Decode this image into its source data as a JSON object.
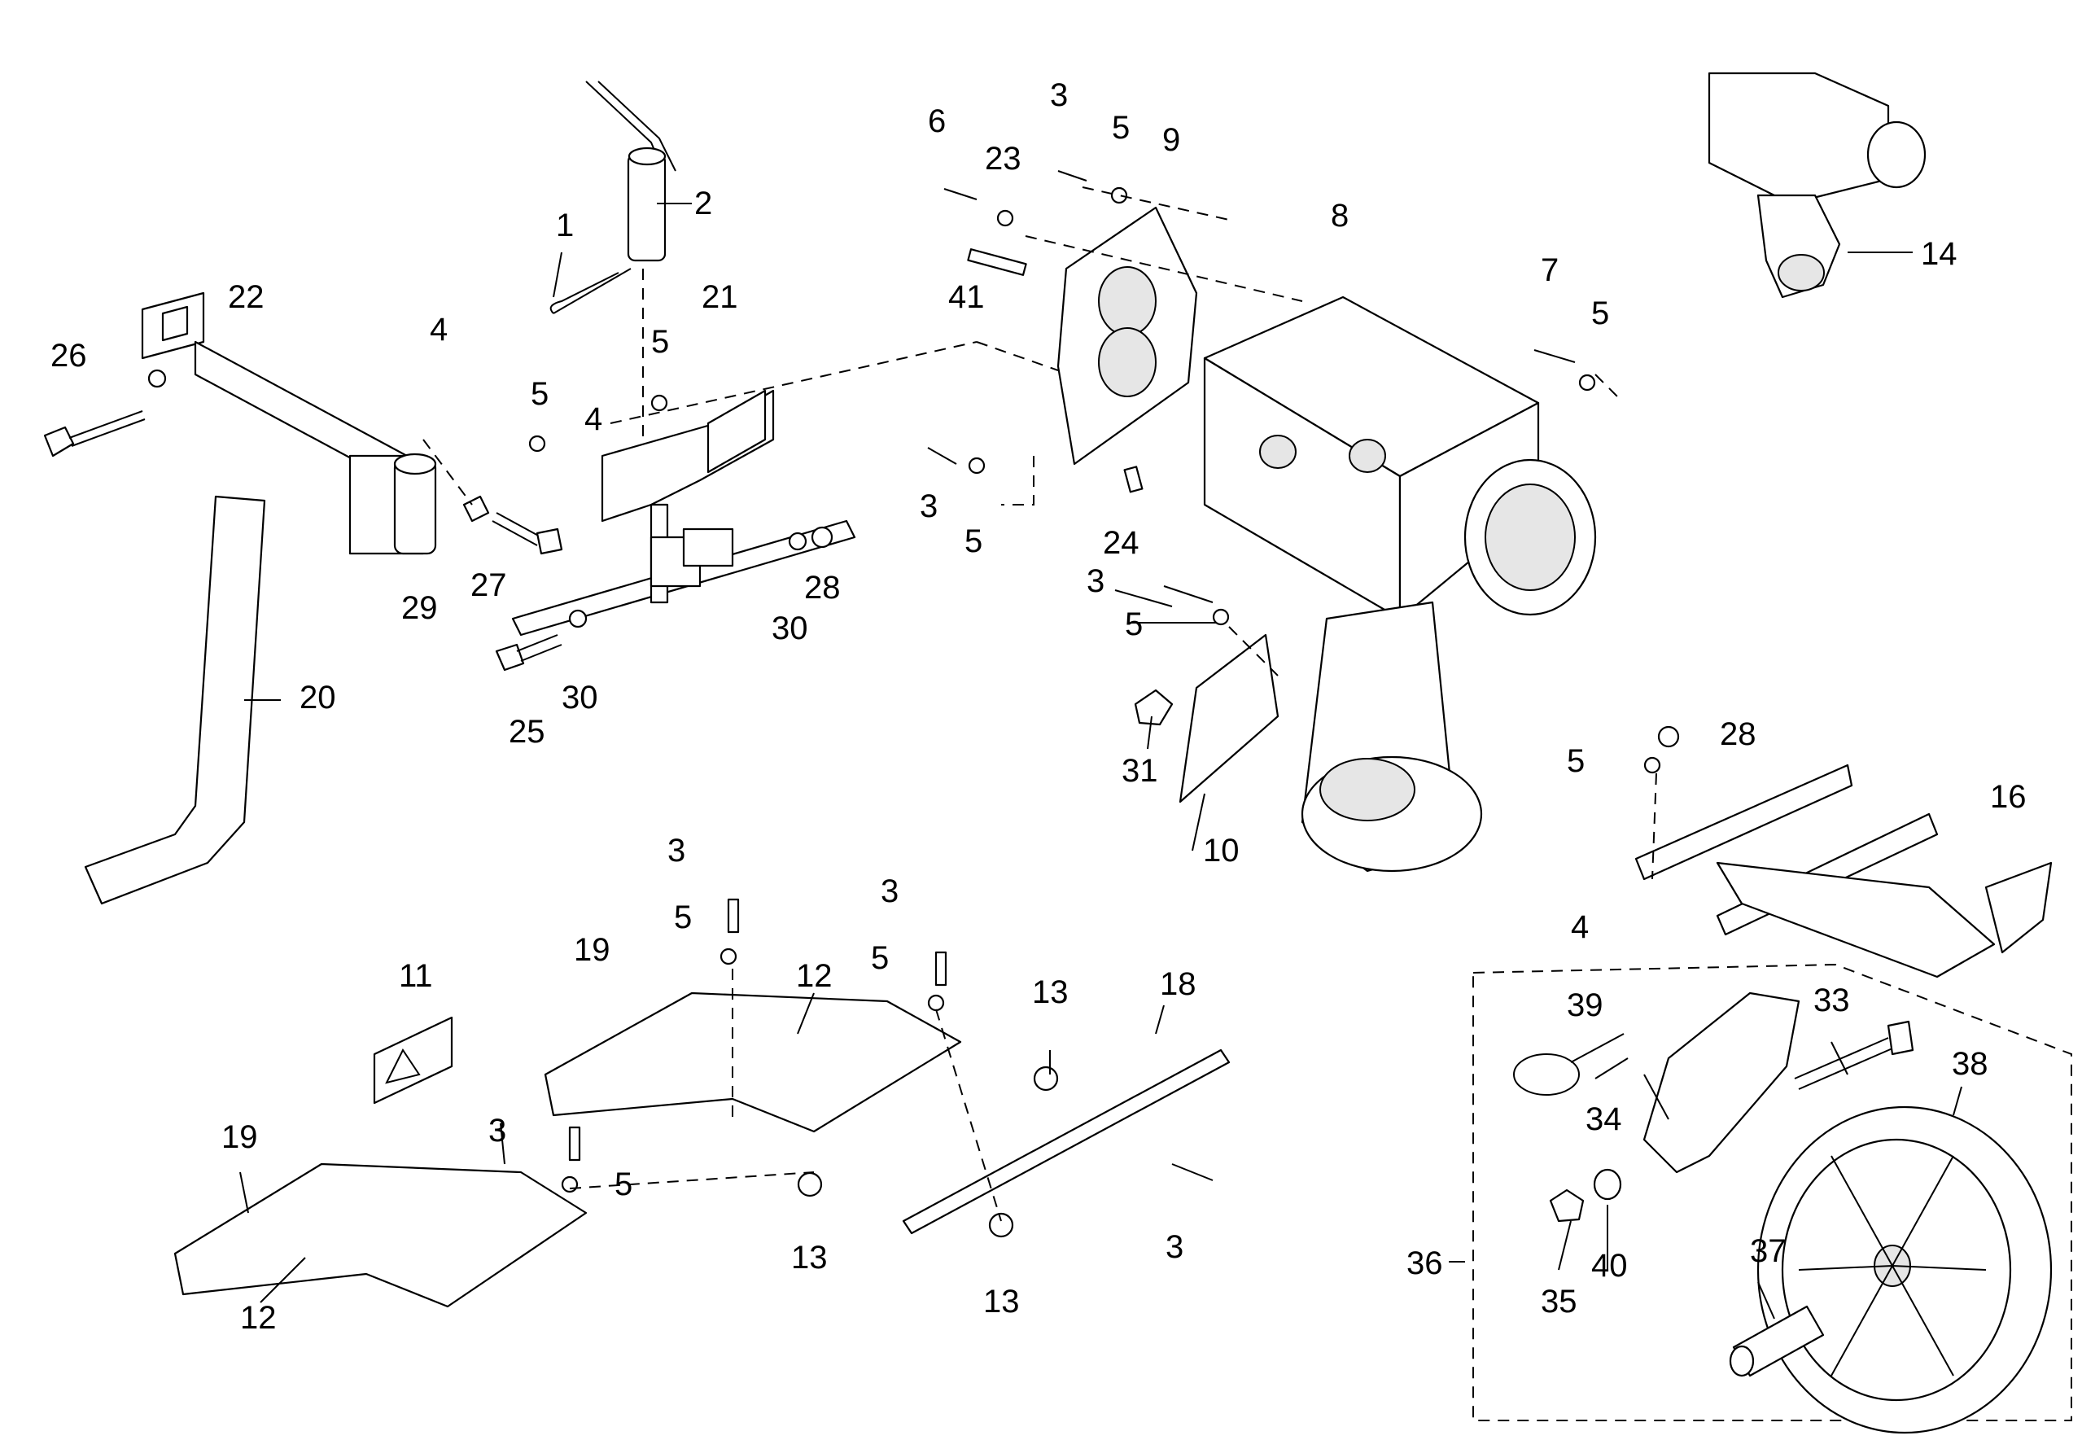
{
  "diagram": {
    "callouts": [
      {
        "id": "c1",
        "label": "1"
      },
      {
        "id": "c2",
        "label": "2"
      },
      {
        "id": "c3a",
        "label": "3"
      },
      {
        "id": "c3b",
        "label": "3"
      },
      {
        "id": "c3c",
        "label": "3"
      },
      {
        "id": "c3d",
        "label": "3"
      },
      {
        "id": "c3e",
        "label": "3"
      },
      {
        "id": "c3f",
        "label": "3"
      },
      {
        "id": "c3g",
        "label": "3"
      },
      {
        "id": "c4a",
        "label": "4"
      },
      {
        "id": "c4b",
        "label": "4"
      },
      {
        "id": "c4c",
        "label": "4"
      },
      {
        "id": "c5a",
        "label": "5"
      },
      {
        "id": "c5b",
        "label": "5"
      },
      {
        "id": "c5c",
        "label": "5"
      },
      {
        "id": "c5d",
        "label": "5"
      },
      {
        "id": "c5e",
        "label": "5"
      },
      {
        "id": "c5f",
        "label": "5"
      },
      {
        "id": "c5g",
        "label": "5"
      },
      {
        "id": "c5h",
        "label": "5"
      },
      {
        "id": "c5i",
        "label": "5"
      },
      {
        "id": "c5j",
        "label": "5"
      },
      {
        "id": "c6",
        "label": "6"
      },
      {
        "id": "c7",
        "label": "7"
      },
      {
        "id": "c8",
        "label": "8"
      },
      {
        "id": "c9",
        "label": "9"
      },
      {
        "id": "c10",
        "label": "10"
      },
      {
        "id": "c11",
        "label": "11"
      },
      {
        "id": "c12a",
        "label": "12"
      },
      {
        "id": "c12b",
        "label": "12"
      },
      {
        "id": "c13a",
        "label": "13"
      },
      {
        "id": "c13b",
        "label": "13"
      },
      {
        "id": "c13c",
        "label": "13"
      },
      {
        "id": "c14",
        "label": "14"
      },
      {
        "id": "c16",
        "label": "16"
      },
      {
        "id": "c18",
        "label": "18"
      },
      {
        "id": "c19a",
        "label": "19"
      },
      {
        "id": "c19b",
        "label": "19"
      },
      {
        "id": "c20",
        "label": "20"
      },
      {
        "id": "c21",
        "label": "21"
      },
      {
        "id": "c22",
        "label": "22"
      },
      {
        "id": "c23",
        "label": "23"
      },
      {
        "id": "c24",
        "label": "24"
      },
      {
        "id": "c25",
        "label": "25"
      },
      {
        "id": "c26",
        "label": "26"
      },
      {
        "id": "c27",
        "label": "27"
      },
      {
        "id": "c28a",
        "label": "28"
      },
      {
        "id": "c28b",
        "label": "28"
      },
      {
        "id": "c29",
        "label": "29"
      },
      {
        "id": "c30a",
        "label": "30"
      },
      {
        "id": "c30b",
        "label": "30"
      },
      {
        "id": "c31",
        "label": "31"
      },
      {
        "id": "c33",
        "label": "33"
      },
      {
        "id": "c34",
        "label": "34"
      },
      {
        "id": "c35",
        "label": "35"
      },
      {
        "id": "c36",
        "label": "36"
      },
      {
        "id": "c37",
        "label": "37"
      },
      {
        "id": "c38",
        "label": "38"
      },
      {
        "id": "c39",
        "label": "39"
      },
      {
        "id": "c40",
        "label": "40"
      },
      {
        "id": "c41",
        "label": "41"
      }
    ]
  }
}
